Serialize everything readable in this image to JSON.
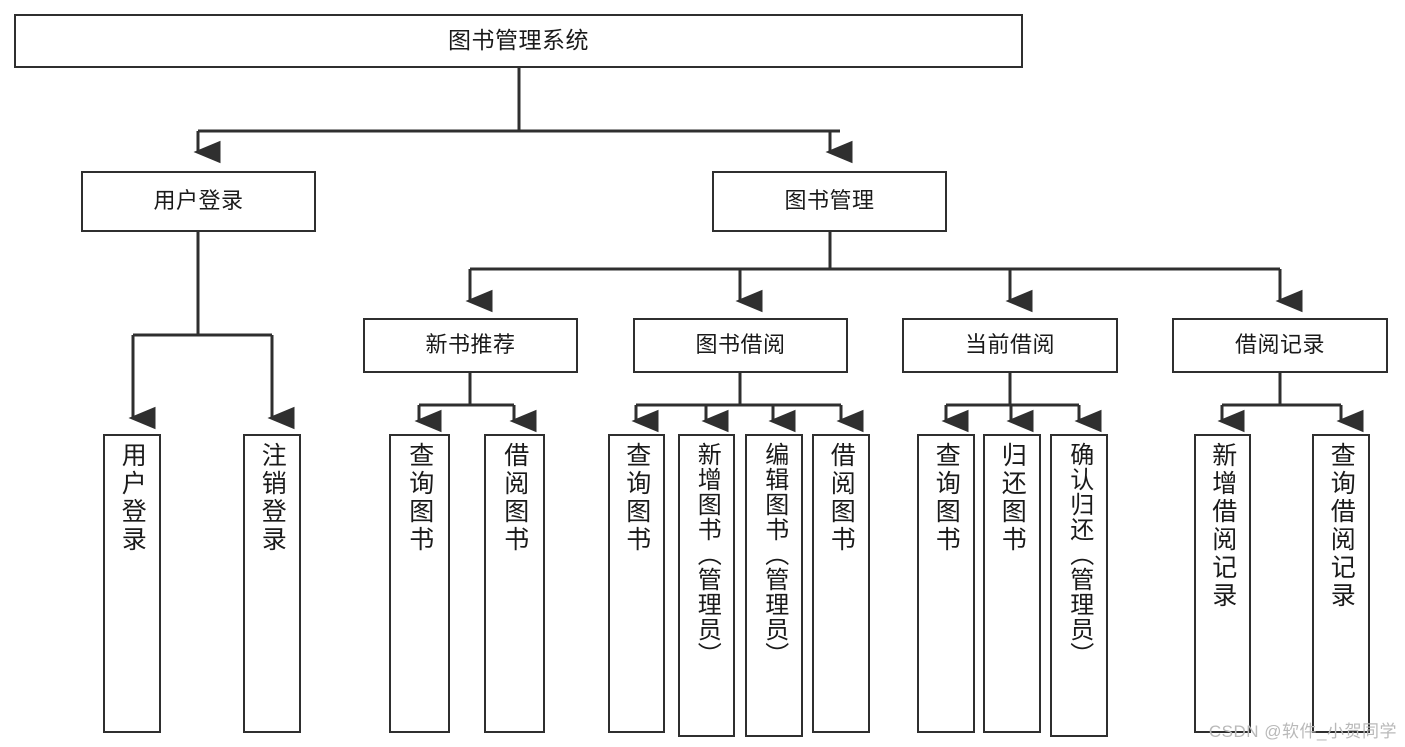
{
  "diagram": {
    "title": "图书管理系统",
    "watermark": "CSDN @软件_小贺同学",
    "stroke_color": "#2f2f2f",
    "background_color": "#ffffff",
    "text_color": "#1a1a1a",
    "watermark_color": "#b9b9b9"
  },
  "nodes": {
    "root": "图书管理系统",
    "level2": {
      "user_login": "用户登录",
      "book_manage": "图书管理"
    },
    "level3": {
      "new_book_recommend": "新书推荐",
      "book_borrow": "图书借阅",
      "current_borrow": "当前借阅",
      "borrow_record": "借阅记录"
    },
    "leaves": {
      "user_login_1": "用户登录",
      "user_login_2": "注销登录",
      "recommend_1": "查询图书",
      "recommend_2": "借阅图书",
      "borrow_1": "查询图书",
      "borrow_2": "新增图书（管理员）",
      "borrow_3": "编辑图书（管理员）",
      "borrow_4": "借阅图书",
      "current_1": "查询图书",
      "current_2": "归还图书",
      "current_3": "确认归还（管理员）",
      "record_1": "新增借阅记录",
      "record_2": "查询借阅记录"
    }
  }
}
